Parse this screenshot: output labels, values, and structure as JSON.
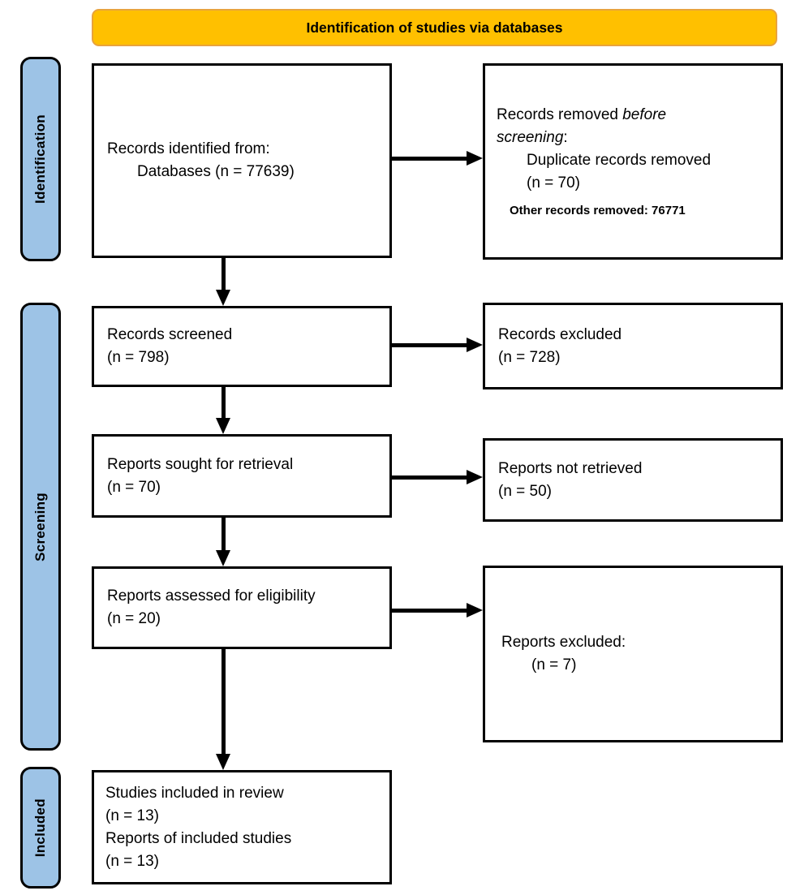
{
  "banner": {
    "title": "Identification of studies via databases"
  },
  "sidebar": {
    "identification": "Identification",
    "screening": "Screening",
    "included": "Included"
  },
  "boxes": {
    "records_identified": {
      "title": "Records identified from:",
      "detail": "Databases (n = 77639)"
    },
    "records_removed": {
      "prefix": "Records removed ",
      "italic": "before screening",
      "suffix": ":",
      "detail1": "Duplicate records removed",
      "detail2": "(n = 70)",
      "note": "Other records removed: 76771"
    },
    "records_screened": {
      "title": "Records screened",
      "count": "(n = 798)"
    },
    "records_excluded": {
      "title": "Records excluded",
      "count": "(n = 728)"
    },
    "reports_sought": {
      "title": "Reports sought for retrieval",
      "count": "(n = 70)"
    },
    "reports_not_retrieved": {
      "title": "Reports not retrieved",
      "count": "(n = 50)"
    },
    "reports_assessed": {
      "title": "Reports assessed for eligibility",
      "count": "(n = 20)"
    },
    "reports_excluded": {
      "title": "Reports excluded:",
      "count": "(n = 7)"
    },
    "studies_included": {
      "line1": "Studies included in review",
      "line2": "(n = 13)",
      "line3": "Reports of included studies",
      "line4": "(n = 13)"
    }
  },
  "colors": {
    "banner_fill": "#FFC000",
    "banner_border": "#E8A33D",
    "stage_fill": "#9DC3E6",
    "stage_border": "#000000",
    "box_border": "#000000",
    "arrow": "#000000"
  }
}
